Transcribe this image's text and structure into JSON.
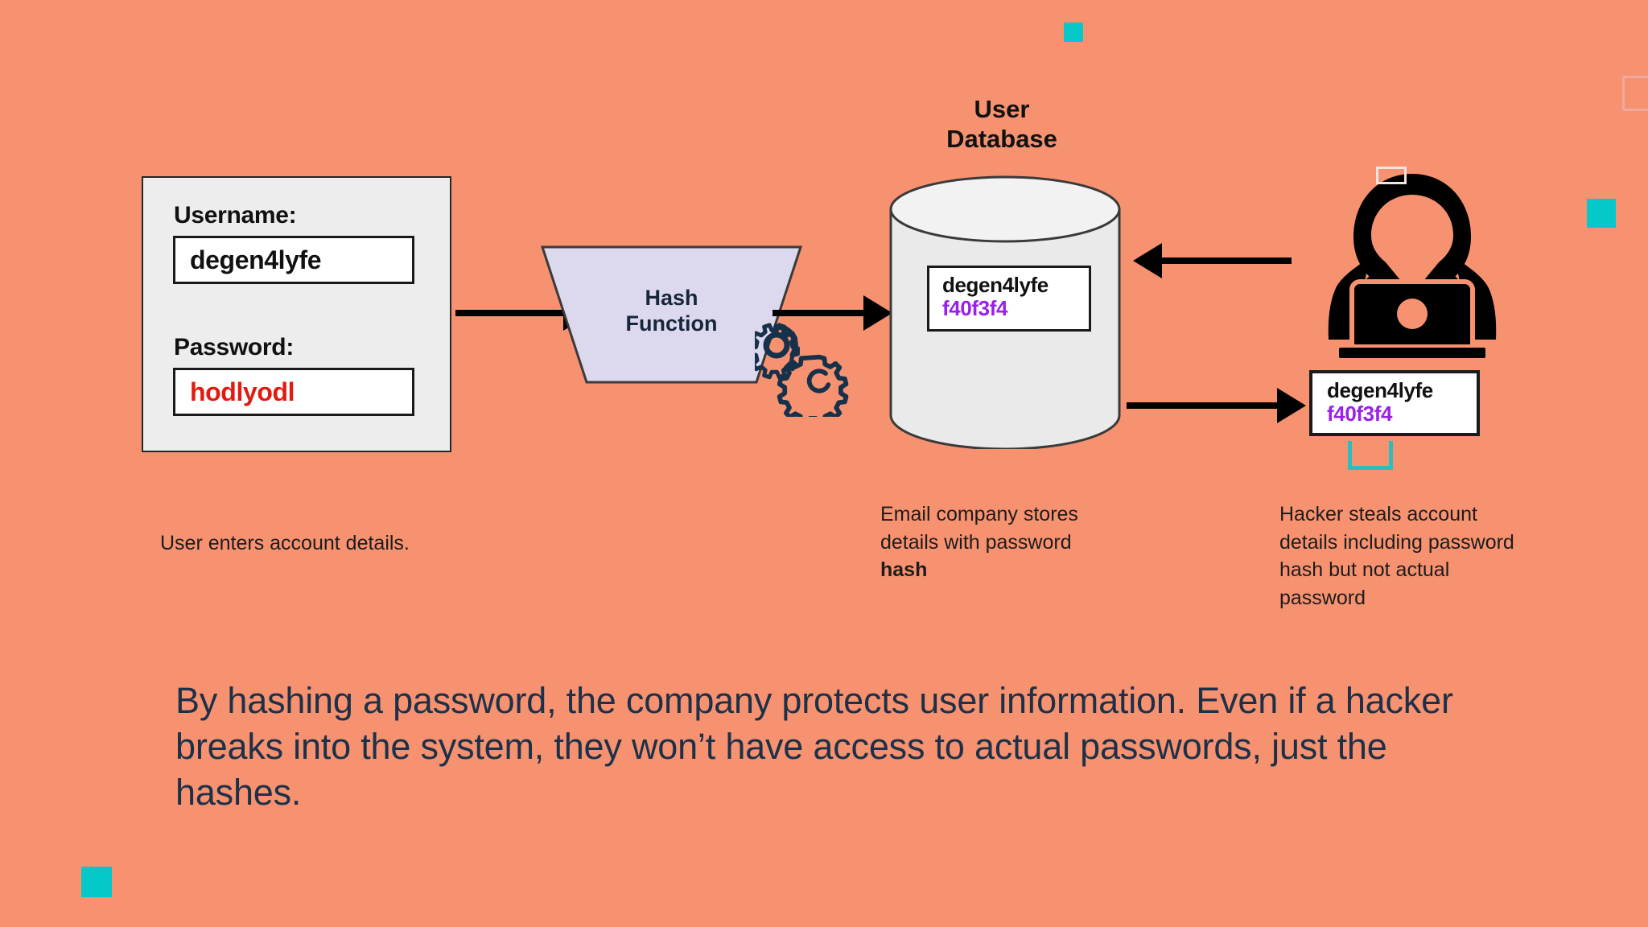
{
  "theme": {
    "background": "#F79271",
    "accent_teal": "#05C8C8",
    "hash_purple": "#9A20E8",
    "password_red": "#E11B10",
    "summary_navy": "#1C3148",
    "panel_gray": "#EDEDED",
    "trapezoid_lavender": "#DCD8EE"
  },
  "login_form": {
    "username_label": "Username:",
    "username_value": "degen4lyfe",
    "password_label": "Password:",
    "password_value": "hodlyodl"
  },
  "hash_function": {
    "line1": "Hash",
    "line2": "Function"
  },
  "database": {
    "title_line1": "User",
    "title_line2": "Database",
    "record_user": "degen4lyfe",
    "record_hash": "f40f3f4"
  },
  "stolen": {
    "record_user": "degen4lyfe",
    "record_hash": "f40f3f4"
  },
  "captions": {
    "user": "User enters account details.",
    "company_pre": "Email company stores details with password ",
    "company_bold": "hash",
    "hacker": "Hacker steals account details including password hash but not actual password"
  },
  "summary": {
    "text": "By hashing a password, the company protects user information. Even if a hacker breaks into the system, they won’t have access to actual passwords, just the hashes."
  }
}
